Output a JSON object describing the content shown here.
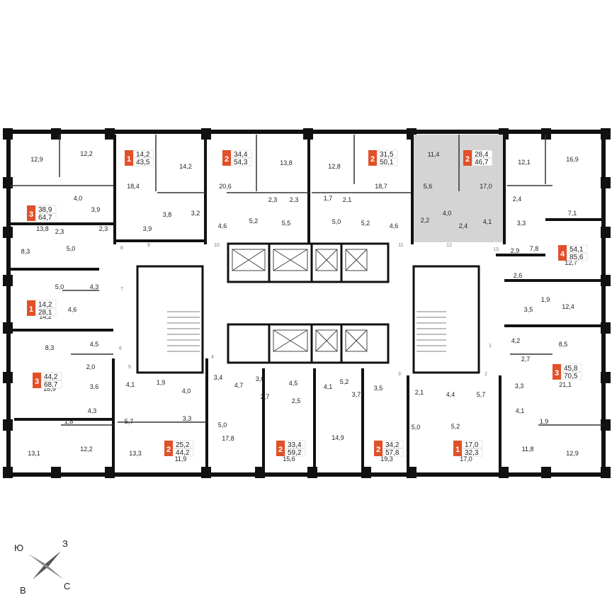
{
  "colors": {
    "badge": "#e0512a",
    "highlight": "#d4d4d4",
    "wall": "#111111"
  },
  "apartments": [
    {
      "id": "apt-1",
      "rooms": "1",
      "living": "14,2",
      "total": "43,5"
    },
    {
      "id": "apt-2",
      "rooms": "2",
      "living": "34,4",
      "total": "54,3"
    },
    {
      "id": "apt-3",
      "rooms": "2",
      "living": "31,5",
      "total": "50,1"
    },
    {
      "id": "apt-4",
      "rooms": "2",
      "living": "28,4",
      "total": "46,7",
      "highlighted": true
    },
    {
      "id": "apt-5",
      "rooms": "3",
      "living": "38,9",
      "total": "64,7"
    },
    {
      "id": "apt-6",
      "rooms": "4",
      "living": "54,1",
      "total": "85,6"
    },
    {
      "id": "apt-7",
      "rooms": "1",
      "living": "14,2",
      "total": "28,1"
    },
    {
      "id": "apt-8",
      "rooms": "3",
      "living": "44,2",
      "total": "68,7"
    },
    {
      "id": "apt-9",
      "rooms": "3",
      "living": "45,8",
      "total": "70,5"
    },
    {
      "id": "apt-10",
      "rooms": "2",
      "living": "25,2",
      "total": "44,2"
    },
    {
      "id": "apt-11",
      "rooms": "2",
      "living": "33,4",
      "total": "59,2"
    },
    {
      "id": "apt-12",
      "rooms": "2",
      "living": "34,2",
      "total": "57,8"
    },
    {
      "id": "apt-13",
      "rooms": "1",
      "living": "17,0",
      "total": "32,3"
    }
  ],
  "room_areas": [
    "12,9",
    "12,2",
    "18,4",
    "14,2",
    "20,6",
    "13,8",
    "12,8",
    "18,7",
    "11,4",
    "17,0",
    "12,1",
    "16,9",
    "4,0",
    "3,9",
    "3,8",
    "3,2",
    "3,9",
    "4,6",
    "2,3",
    "2,3",
    "1,7",
    "2,1",
    "5,6",
    "2,4",
    "7,1",
    "13,8",
    "2,3",
    "2,3",
    "5,2",
    "5,5",
    "5,0",
    "5,2",
    "4,6",
    "2,2",
    "4,0",
    "2,4",
    "4,1",
    "3,3",
    "8,3",
    "5,0",
    "2,9",
    "7,8",
    "12,7",
    "5,0",
    "4,3",
    "2,6",
    "14,2",
    "4,6",
    "3,5",
    "1,9",
    "12,4",
    "8,3",
    "4,5",
    "4,2",
    "8,5",
    "2,0",
    "2,7",
    "18,9",
    "3,6",
    "4,1",
    "1,9",
    "4,0",
    "3,4",
    "3,0",
    "4,5",
    "4,7",
    "4,1",
    "5,2",
    "3,7",
    "3,5",
    "2,1",
    "4,4",
    "5,7",
    "3,3",
    "21,1",
    "4,3",
    "5,7",
    "3,3",
    "2,7",
    "2,5",
    "1,8",
    "5,0",
    "5,0",
    "5,2",
    "4,1",
    "1,9",
    "13,1",
    "12,2",
    "13,3",
    "11,9",
    "17,8",
    "15,6",
    "14,9",
    "19,3",
    "17,0",
    "11,8",
    "12,9"
  ],
  "entrance_numbers": [
    "1",
    "2",
    "3",
    "4",
    "5",
    "6",
    "7",
    "8",
    "9",
    "10",
    "11",
    "12",
    "13"
  ],
  "compass": {
    "north": "З",
    "east": "С",
    "south": "В",
    "west": "Ю"
  }
}
